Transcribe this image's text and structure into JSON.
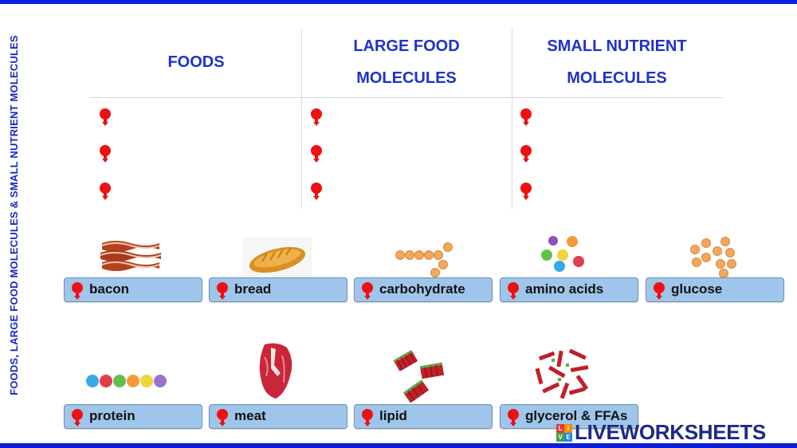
{
  "page": {
    "side_title": "FOODS, LARGE FOOD MOLECULES & SMALL NUTRIENT MOLECULES"
  },
  "table": {
    "headers": [
      {
        "line1": "FOODS",
        "line2": ""
      },
      {
        "line1": "LARGE FOOD",
        "line2": "MOLECULES"
      },
      {
        "line1": "SMALL NUTRIENT",
        "line2": "MOLECULES"
      }
    ],
    "rows": 3
  },
  "cards": [
    {
      "label": "bacon",
      "image": "bacon"
    },
    {
      "label": "bread",
      "image": "bread"
    },
    {
      "label": "carbohydrate",
      "image": "carbohydrate-chain"
    },
    {
      "label": "amino acids",
      "image": "amino-acid-beads"
    },
    {
      "label": "glucose",
      "image": "glucose-cluster"
    },
    {
      "label": "protein",
      "image": "protein-beads"
    },
    {
      "label": "meat",
      "image": "steak"
    },
    {
      "label": "lipid",
      "image": "lipid-blocks"
    },
    {
      "label": "glycerol & FFAs",
      "image": "glycerol-ffa-scatter"
    }
  ],
  "logo": {
    "text": "LIVEWORKSHEETS",
    "badge_letters": [
      "L",
      "I",
      "V",
      "E"
    ],
    "badge_colors": [
      "#e53935",
      "#fb8c00",
      "#43a047",
      "#1e88e5"
    ]
  },
  "colors": {
    "accent_blue": "#0a1fd6",
    "header_blue": "#1e33c8",
    "card_fill": "#9fc6ea",
    "pin_red": "#ee1111"
  }
}
